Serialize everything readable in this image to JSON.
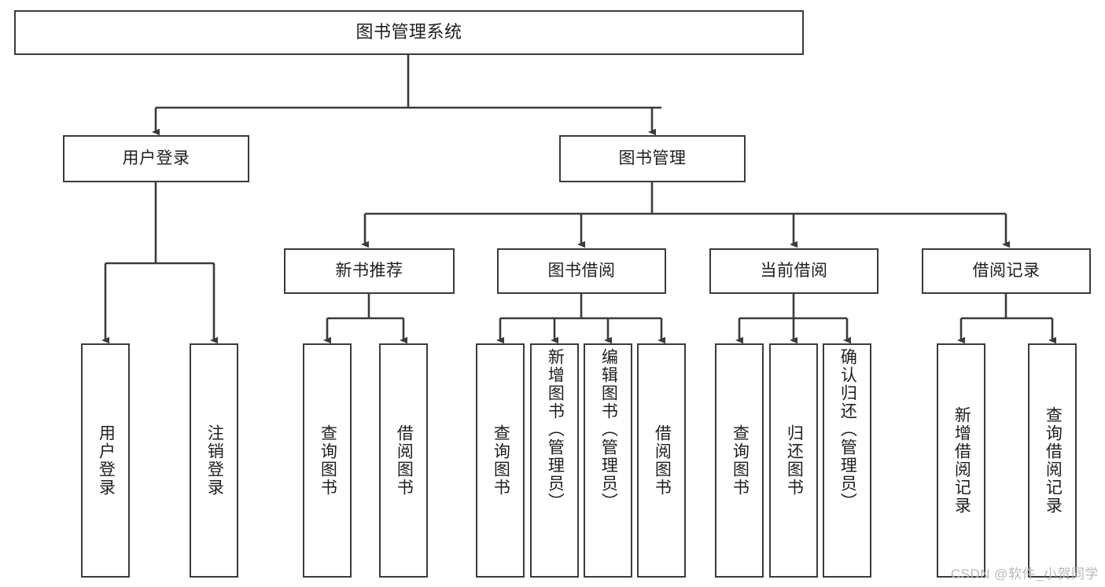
{
  "diagram": {
    "type": "tree-hierarchy",
    "title": "图书管理系统",
    "watermark": "CSDN @软件_小贺同学",
    "colors": {
      "node_border": "#3b3b3b",
      "node_fill": "#ffffff",
      "edge": "#3b3b3b",
      "text": "#1e1e1e",
      "watermark": "#b9b9b9",
      "background": "#ffffff"
    },
    "nodes": {
      "root": {
        "label": "图书管理系统"
      },
      "level1": [
        {
          "id": "user-login",
          "label": "用户登录"
        },
        {
          "id": "book-manage",
          "label": "图书管理"
        }
      ],
      "level2": [
        {
          "id": "new-book-recommend",
          "label": "新书推荐"
        },
        {
          "id": "book-borrow",
          "label": "图书借阅"
        },
        {
          "id": "current-borrow",
          "label": "当前借阅"
        },
        {
          "id": "borrow-record",
          "label": "借阅记录"
        }
      ],
      "leaves": {
        "user_login": [
          {
            "id": "leaf-user-login",
            "label": "用户登录"
          },
          {
            "id": "leaf-logout",
            "label": "注销登录"
          }
        ],
        "new_book_recommend": [
          {
            "id": "leaf-query-book-1",
            "label": "查询图书"
          },
          {
            "id": "leaf-borrow-book-1",
            "label": "借阅图书"
          }
        ],
        "book_borrow": [
          {
            "id": "leaf-query-book-2",
            "label": "查询图书"
          },
          {
            "id": "leaf-add-book",
            "label": "新增图书（管理员）"
          },
          {
            "id": "leaf-edit-book",
            "label": "编辑图书（管理员）"
          },
          {
            "id": "leaf-borrow-book-2",
            "label": "借阅图书"
          }
        ],
        "current_borrow": [
          {
            "id": "leaf-query-book-3",
            "label": "查询图书"
          },
          {
            "id": "leaf-return-book",
            "label": "归还图书"
          },
          {
            "id": "leaf-confirm-return",
            "label": "确认归还（管理员）"
          }
        ],
        "borrow_record": [
          {
            "id": "leaf-add-record",
            "label": "新增借阅记录"
          },
          {
            "id": "leaf-query-record",
            "label": "查询借阅记录"
          }
        ]
      }
    },
    "edges": [
      {
        "from": "图书管理系统",
        "to": "用户登录"
      },
      {
        "from": "图书管理系统",
        "to": "图书管理"
      },
      {
        "from": "用户登录",
        "to": "用户登录"
      },
      {
        "from": "用户登录",
        "to": "注销登录"
      },
      {
        "from": "图书管理",
        "to": "新书推荐"
      },
      {
        "from": "图书管理",
        "to": "图书借阅"
      },
      {
        "from": "图书管理",
        "to": "当前借阅"
      },
      {
        "from": "图书管理",
        "to": "借阅记录"
      },
      {
        "from": "新书推荐",
        "to": "查询图书"
      },
      {
        "from": "新书推荐",
        "to": "借阅图书"
      },
      {
        "from": "图书借阅",
        "to": "查询图书"
      },
      {
        "from": "图书借阅",
        "to": "新增图书（管理员）"
      },
      {
        "from": "图书借阅",
        "to": "编辑图书（管理员）"
      },
      {
        "from": "图书借阅",
        "to": "借阅图书"
      },
      {
        "from": "当前借阅",
        "to": "查询图书"
      },
      {
        "from": "当前借阅",
        "to": "归还图书"
      },
      {
        "from": "当前借阅",
        "to": "确认归还（管理员）"
      },
      {
        "from": "借阅记录",
        "to": "新增借阅记录"
      },
      {
        "from": "借阅记录",
        "to": "查询借阅记录"
      }
    ]
  }
}
